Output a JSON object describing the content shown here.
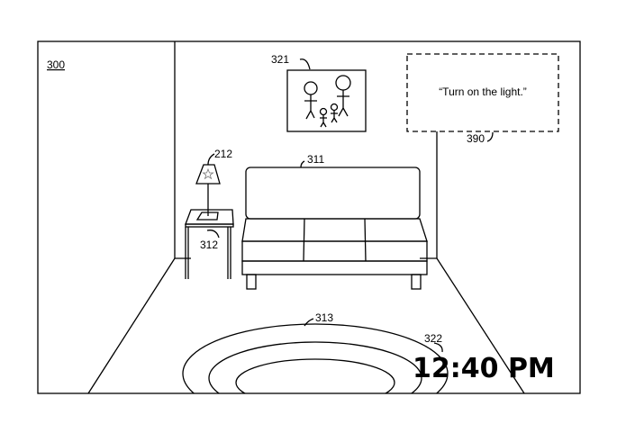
{
  "figure_label": "300",
  "references": {
    "lamp": "212",
    "couch": "311",
    "side_table": "312",
    "rug": "313",
    "picture": "321",
    "clock_display": "322",
    "speech_box": "390"
  },
  "speech_text": "“Turn on the light.”",
  "clock_text": "12:40 PM"
}
